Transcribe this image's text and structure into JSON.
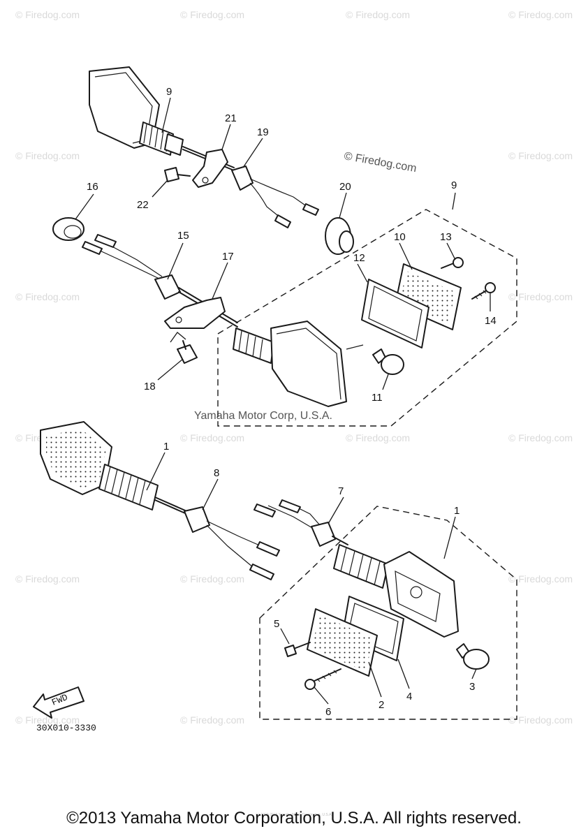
{
  "watermark": "© Firedog.com",
  "brand_watermark": "Yamaha Motor Corp, U.S.A.",
  "diagram_code": "30X010-3330",
  "fwd_label": "FWD",
  "footer": "©2013 Yamaha Motor Corporation, U.S.A. All rights reserved.",
  "footer_small": "(c) 2000-2015 Yamaha Motor Corporation, U.S.A.",
  "part_numbers": {
    "n1a": "1",
    "n1b": "1",
    "n2": "2",
    "n3": "3",
    "n4": "4",
    "n5": "5",
    "n6": "6",
    "n7": "7",
    "n8": "8",
    "n9a": "9",
    "n9b": "9",
    "n10": "10",
    "n11": "11",
    "n12": "12",
    "n13": "13",
    "n14": "14",
    "n15": "15",
    "n16": "16",
    "n17": "17",
    "n18": "18",
    "n19": "19",
    "n20": "20",
    "n21": "21",
    "n22": "22"
  },
  "colors": {
    "ink": "#1a1a1a",
    "watermark": "#d9d9d9"
  }
}
